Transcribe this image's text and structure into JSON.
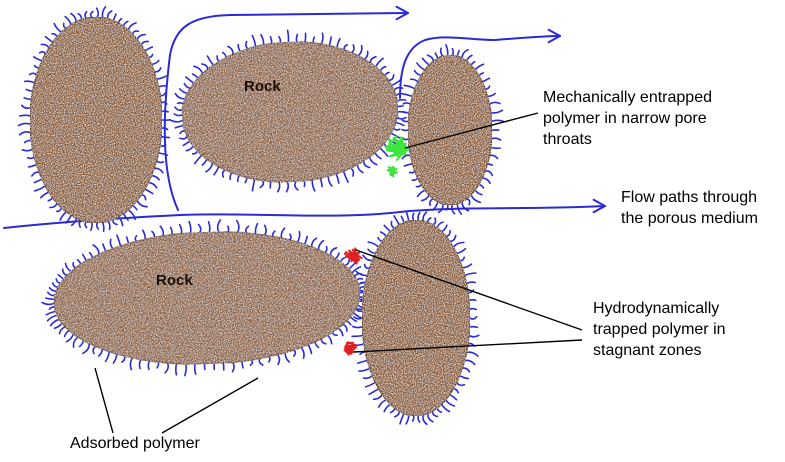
{
  "rock_labels": [
    "Rock",
    "Rock"
  ],
  "labels": {
    "mechanical": [
      "Mechanically entrapped",
      "polymer in narrow pore",
      "throats"
    ],
    "flow": [
      "Flow paths through",
      "the porous medium"
    ],
    "hydrodynamic": [
      "Hydrodynamically",
      "trapped polymer in",
      "stagnant zones"
    ],
    "adsorbed": "Adsorbed polymer"
  },
  "colors": {
    "rock": "#8a5a34",
    "rock_outline": "#5a3418",
    "polymer_adsorbed": "#2a2ad8",
    "flow_line": "#2a2ad8",
    "polymer_entrapped": "#3ce63c",
    "polymer_trapped": "#e02020",
    "leader_line": "#000000"
  }
}
